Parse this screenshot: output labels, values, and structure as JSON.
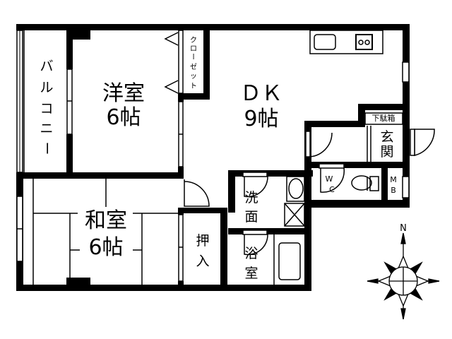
{
  "floor_plan": {
    "colors": {
      "wall": "#000000",
      "background": "#ffffff"
    },
    "rooms": {
      "balcony": {
        "label_chars": [
          "バ",
          "ル",
          "コ",
          "ニ",
          "ー"
        ]
      },
      "western_room": {
        "line1": "洋室",
        "line2": "6帖"
      },
      "closet": {
        "label_chars": [
          "ク",
          "ロ",
          "ー",
          "ゼ",
          "ッ",
          "ト"
        ]
      },
      "dk": {
        "line1": "ＤＫ",
        "line2": "9帖"
      },
      "shoe_box": {
        "label": "下駄箱"
      },
      "entrance": {
        "line1": "玄",
        "line2": "関"
      },
      "wc": {
        "line1": "W",
        "line2": "C"
      },
      "mb": {
        "line1": "M",
        "line2": "B"
      },
      "japanese_room": {
        "line1": "和室",
        "line2": "6帖"
      },
      "oshiire": {
        "line1": "押",
        "line2": "入"
      },
      "washroom": {
        "line1": "洗",
        "line2": "面"
      },
      "bathroom": {
        "line1": "浴",
        "line2": "室"
      }
    },
    "compass": {
      "north_label": "N"
    }
  }
}
